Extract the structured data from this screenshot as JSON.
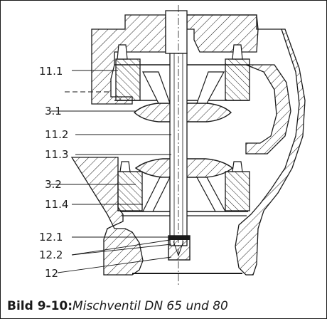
{
  "labels": {
    "l11_1": "11.1",
    "l3_1": "3.1",
    "l11_2": "11.2",
    "l11_3": "11.3",
    "l3_2": "3.2",
    "l11_4": "11.4",
    "l12_1": "12.1",
    "l12_2": "12.2",
    "l12": "12"
  },
  "caption": {
    "number": "Bild 9-10:",
    "text": "Mischventil DN 65 und 80"
  },
  "colors": {
    "line": "#1a1a1a",
    "background": "#ffffff"
  }
}
